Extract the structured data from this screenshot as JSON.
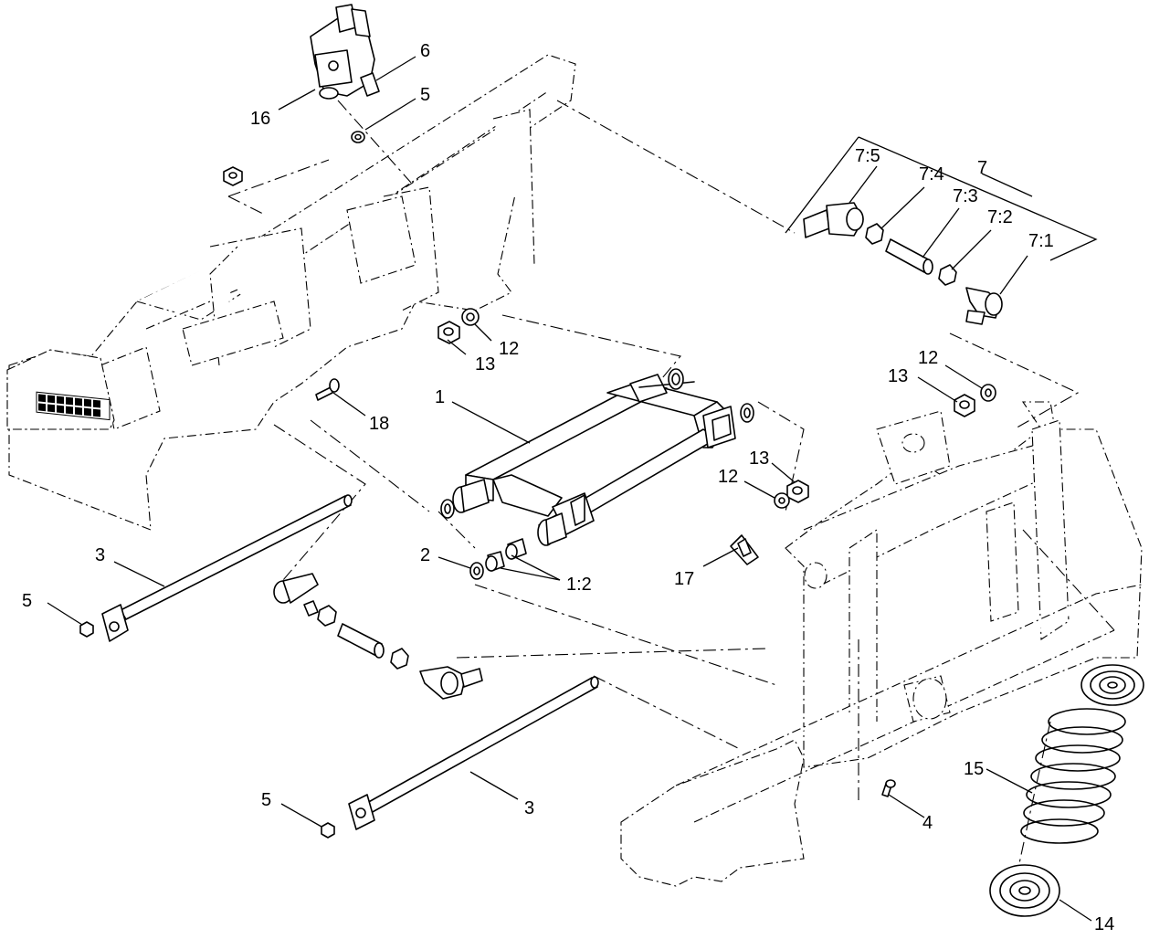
{
  "callouts": [
    {
      "id": "c1",
      "text": "1"
    },
    {
      "id": "c1-2",
      "text": "1:2"
    },
    {
      "id": "c2",
      "text": "2"
    },
    {
      "id": "c3a",
      "text": "3"
    },
    {
      "id": "c3b",
      "text": "3"
    },
    {
      "id": "c4",
      "text": "4"
    },
    {
      "id": "c5a",
      "text": "5"
    },
    {
      "id": "c5b",
      "text": "5"
    },
    {
      "id": "c5c",
      "text": "5"
    },
    {
      "id": "c6",
      "text": "6"
    },
    {
      "id": "c7",
      "text": "7"
    },
    {
      "id": "c7-1",
      "text": "7:1"
    },
    {
      "id": "c7-2",
      "text": "7:2"
    },
    {
      "id": "c7-3",
      "text": "7:3"
    },
    {
      "id": "c7-4",
      "text": "7:4"
    },
    {
      "id": "c7-5",
      "text": "7:5"
    },
    {
      "id": "c12a",
      "text": "12"
    },
    {
      "id": "c12b",
      "text": "12"
    },
    {
      "id": "c12c",
      "text": "12"
    },
    {
      "id": "c13a",
      "text": "13"
    },
    {
      "id": "c13b",
      "text": "13"
    },
    {
      "id": "c13c",
      "text": "13"
    },
    {
      "id": "c14",
      "text": "14"
    },
    {
      "id": "c15",
      "text": "15"
    },
    {
      "id": "c16",
      "text": "16"
    },
    {
      "id": "c17",
      "text": "17"
    },
    {
      "id": "c18",
      "text": "18"
    }
  ]
}
